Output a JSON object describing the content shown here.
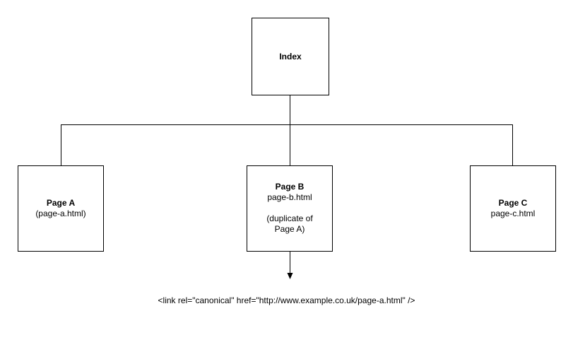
{
  "diagram": {
    "nodes": {
      "index": {
        "title": "Index"
      },
      "page_a": {
        "title": "Page A",
        "line1": "(page-a.html)"
      },
      "page_b": {
        "title": "Page B",
        "line1": "page-b.html",
        "note_line1": "(duplicate of",
        "note_line2": "Page A)"
      },
      "page_c": {
        "title": "Page C",
        "line1": "page-c.html"
      }
    },
    "edges": [
      {
        "from": "index",
        "to": "page_a"
      },
      {
        "from": "index",
        "to": "page_b"
      },
      {
        "from": "index",
        "to": "page_c"
      },
      {
        "from": "page_b",
        "to": "canonical_snippet",
        "arrow": true
      }
    ],
    "canonical_snippet": "<link rel=\"canonical\" href=\"http://www.example.co.uk/page-a.html\" />",
    "colors": {
      "stroke": "#000000",
      "background": "#ffffff"
    }
  }
}
